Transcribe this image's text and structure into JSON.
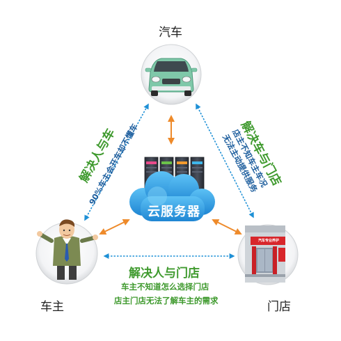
{
  "nodes": {
    "car": {
      "label": "汽车"
    },
    "owner": {
      "label": "车主"
    },
    "store": {
      "label": "门店",
      "sign_text": "汽车专业养护"
    },
    "cloud": {
      "label": "云服务器"
    }
  },
  "edges": {
    "owner_car": {
      "heading": "解决人与车",
      "detail": "90%车主会开车却不懂车"
    },
    "car_store": {
      "heading": "解决车与门店",
      "detail_1": "店主不知车主车况",
      "detail_2": "无法主动提供服务"
    },
    "owner_store": {
      "heading": "解决人与门店",
      "detail_1": "车主不知道怎么选择门店",
      "detail_2": "店主门店无法了解车主的需求"
    }
  },
  "colors": {
    "blue_arrow": "#1e90d6",
    "orange_arrow": "#ee8a2a",
    "green_text": "#3f9a2e",
    "blue_text": "#1f5f9e",
    "cloud_blue": "#2f9fe6",
    "car_green": "#7fc8a9",
    "store_red": "#d8262b"
  }
}
